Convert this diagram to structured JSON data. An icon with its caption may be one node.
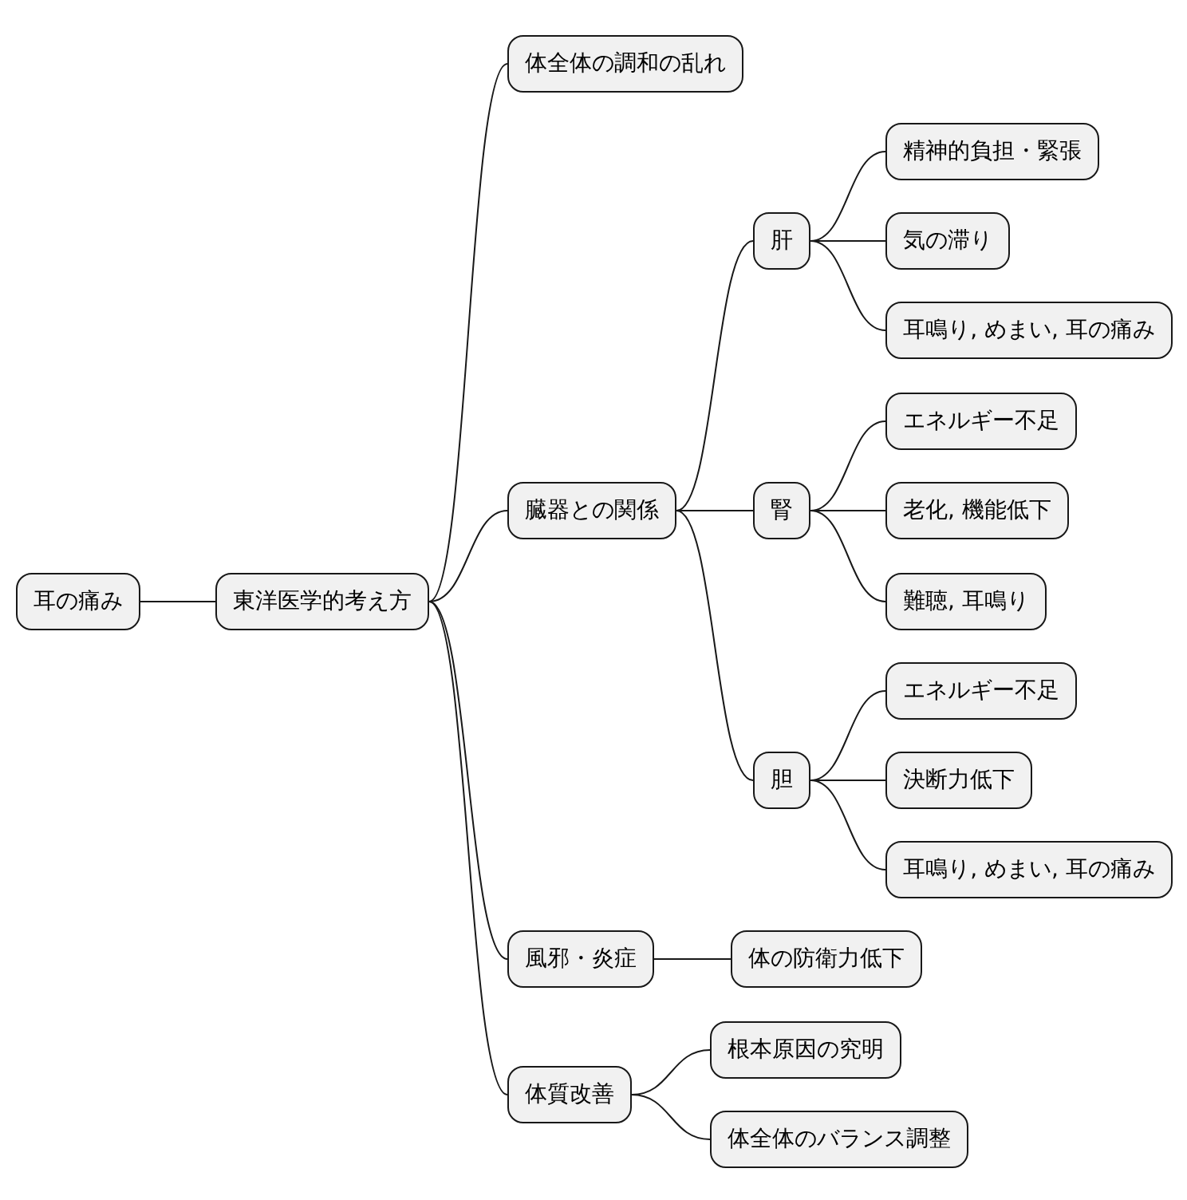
{
  "diagram": {
    "nodes": [
      {
        "text": [
          "耳の痛み"
        ]
      },
      {
        "text": [
          "東洋医学的考え方"
        ]
      },
      {
        "text": [
          "体全体の調和の乱れ"
        ]
      },
      {
        "text": [
          "臓器との関係"
        ]
      },
      {
        "text": [
          "肝"
        ]
      },
      {
        "text": [
          "精神的負担・緊張"
        ]
      },
      {
        "text": [
          "気の滞り"
        ]
      },
      {
        "text": [
          "耳鳴り, めまい, 耳の痛み"
        ]
      },
      {
        "text": [
          "腎"
        ]
      },
      {
        "text": [
          "エネルギー不足"
        ]
      },
      {
        "text": [
          "老化, 機能低下"
        ]
      },
      {
        "text": [
          "難聴, 耳鳴り"
        ]
      },
      {
        "text": [
          "胆"
        ]
      },
      {
        "text": [
          "エネルギー不足"
        ]
      },
      {
        "text": [
          "決断力低下"
        ]
      },
      {
        "text": [
          "耳鳴り, めまい, 耳の痛み"
        ]
      },
      {
        "text": [
          "風邪・炎症"
        ]
      },
      {
        "text": [
          "体の防衛力低下"
        ]
      },
      {
        "text": [
          "体質改善"
        ]
      },
      {
        "text": [
          "根本原因の究明"
        ]
      },
      {
        "text": [
          "体全体のバランス調整"
        ]
      }
    ],
    "edges": [
      {
        "from": 0,
        "to": 1,
        "arrow": "none"
      },
      {
        "from": 1,
        "to": 2,
        "arrow": "none"
      },
      {
        "from": 1,
        "to": 3,
        "arrow": "none"
      },
      {
        "from": 3,
        "to": 4,
        "arrow": "none"
      },
      {
        "from": 4,
        "to": 5,
        "arrow": "none"
      },
      {
        "from": 4,
        "to": 6,
        "arrow": "none"
      },
      {
        "from": 4,
        "to": 7,
        "arrow": "none"
      },
      {
        "from": 3,
        "to": 8,
        "arrow": "none"
      },
      {
        "from": 8,
        "to": 9,
        "arrow": "none"
      },
      {
        "from": 8,
        "to": 10,
        "arrow": "none"
      },
      {
        "from": 8,
        "to": 11,
        "arrow": "none"
      },
      {
        "from": 3,
        "to": 12,
        "arrow": "none"
      },
      {
        "from": 12,
        "to": 13,
        "arrow": "none"
      },
      {
        "from": 12,
        "to": 14,
        "arrow": "none"
      },
      {
        "from": 12,
        "to": 15,
        "arrow": "none"
      },
      {
        "from": 1,
        "to": 16,
        "arrow": "none"
      },
      {
        "from": 16,
        "to": 17,
        "arrow": "none"
      },
      {
        "from": 1,
        "to": 18,
        "arrow": "none"
      },
      {
        "from": 18,
        "to": 19,
        "arrow": "none"
      },
      {
        "from": 18,
        "to": 20,
        "arrow": "none"
      }
    ]
  }
}
